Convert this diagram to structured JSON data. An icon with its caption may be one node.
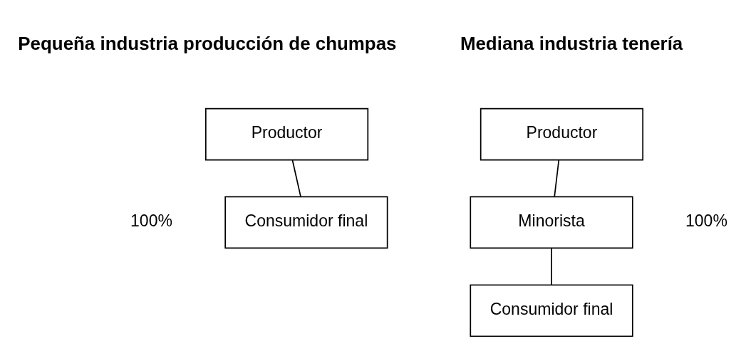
{
  "diagram": {
    "nodes": [
      {
        "text": [
          "Productor"
        ]
      },
      {
        "text": [
          "Consumidor final"
        ]
      },
      {
        "text": [
          "Productor"
        ]
      },
      {
        "text": [
          "Minorista"
        ]
      },
      {
        "text": [
          "Consumidor final"
        ]
      }
    ],
    "edges": [
      {
        "from": 0,
        "to": 1,
        "arrow": "none"
      },
      {
        "from": 2,
        "to": 3,
        "arrow": "none"
      },
      {
        "from": 3,
        "to": 4,
        "arrow": "none"
      }
    ],
    "labels": [
      "Pequeña industria producción de chumpas",
      "Mediana industria tenería",
      "100%",
      "100%"
    ]
  }
}
